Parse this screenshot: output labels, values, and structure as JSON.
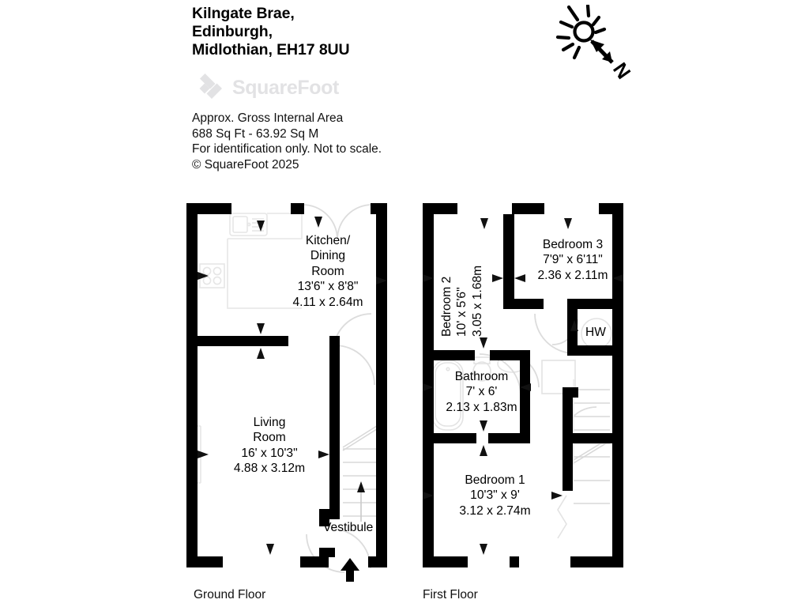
{
  "header": {
    "address_lines": [
      "Kilngate Brae,",
      "Edinburgh,",
      "Midlothian, EH17 8UU"
    ],
    "logo_text": "SquareFoot",
    "logo_mark_name": "squarefoot-diamond-logo",
    "info_lines": [
      "Approx. Gross Internal Area",
      "688 Sq Ft  -  63.92 Sq M",
      "For identification only. Not to scale.",
      "© SquareFoot 2025"
    ]
  },
  "compass": {
    "label": "N",
    "icon": "sun-with-north-arrow"
  },
  "floors": [
    {
      "id": "ground",
      "caption": "Ground Floor"
    },
    {
      "id": "first",
      "caption": "First Floor"
    }
  ],
  "rooms": {
    "kitchen_dining": {
      "name_line1": "Kitchen/",
      "name_line2": "Dining",
      "name_line3": "Room",
      "imperial": "13'6\" x 8'8\"",
      "metric": "4.11 x 2.64m"
    },
    "living_room": {
      "name_line1": "Living",
      "name_line2": "Room",
      "imperial": "16' x 10'3\"",
      "metric": "4.88 x 3.12m"
    },
    "vestibule": {
      "name_line1": "Vestibule"
    },
    "bedroom_2": {
      "name_line1": "Bedroom 2",
      "imperial": "10' x 5'6\"",
      "metric": "3.05 x 1.68m"
    },
    "bedroom_3": {
      "name_line1": "Bedroom 3",
      "imperial": "7'9\" x 6'11\"",
      "metric": "2.36 x 2.11m"
    },
    "bathroom": {
      "name_line1": "Bathroom",
      "imperial": "7' x 6'",
      "metric": "2.13 x 1.83m"
    },
    "bedroom_1": {
      "name_line1": "Bedroom 1",
      "imperial": "10'3\" x 9'",
      "metric": "3.12 x 2.74m"
    },
    "hot_water_cupboard": {
      "label": "HW"
    }
  },
  "colors": {
    "wall": "#000000",
    "fixture_outline": "#e8e8e8",
    "door_arc": "#dcdcdc",
    "stair_line": "#d8d8d8",
    "logo_gray": "#e2e2e4",
    "text": "#000000",
    "background": "#ffffff"
  }
}
